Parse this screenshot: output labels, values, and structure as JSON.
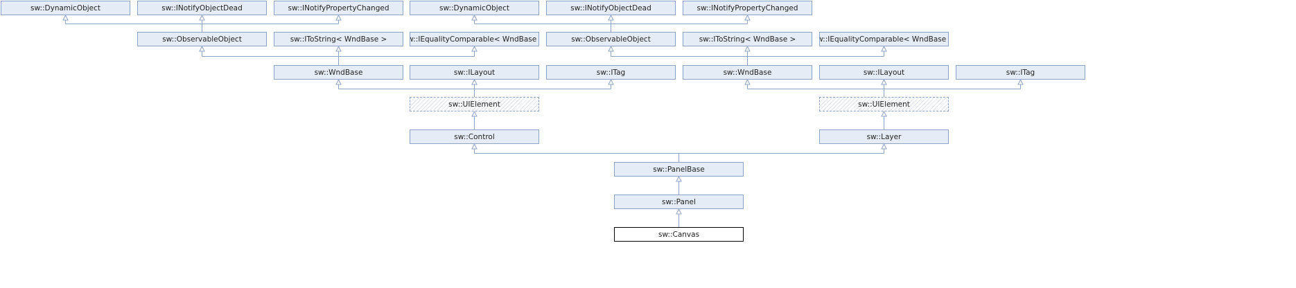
{
  "nodes": {
    "n_dyn1": "sw::DynamicObject",
    "n_dead1": "sw::INotifyObjectDead",
    "n_prop1": "sw::INotifyPropertyChanged",
    "n_dyn2": "sw::DynamicObject",
    "n_dead2": "sw::INotifyObjectDead",
    "n_prop2": "sw::INotifyPropertyChanged",
    "n_obs1": "sw::ObservableObject",
    "n_tos1": "sw::IToString< WndBase >",
    "n_eq1": "sw::IEqualityComparable< WndBase >",
    "n_obs2": "sw::ObservableObject",
    "n_tos2": "sw::IToString< WndBase >",
    "n_eq2": "sw::IEqualityComparable< WndBase >",
    "n_wnd1": "sw::WndBase",
    "n_lay1": "sw::ILayout",
    "n_tag1": "sw::ITag",
    "n_wnd2": "sw::WndBase",
    "n_lay2": "sw::ILayout",
    "n_tag2": "sw::ITag",
    "n_ui1": "sw::UIElement",
    "n_ui2": "sw::UIElement",
    "n_ctrl": "sw::Control",
    "n_layer": "sw::Layer",
    "n_pbase": "sw::PanelBase",
    "n_panel": "sw::Panel",
    "n_canvas": "sw::Canvas"
  },
  "edge_color": "#8ca4c8"
}
